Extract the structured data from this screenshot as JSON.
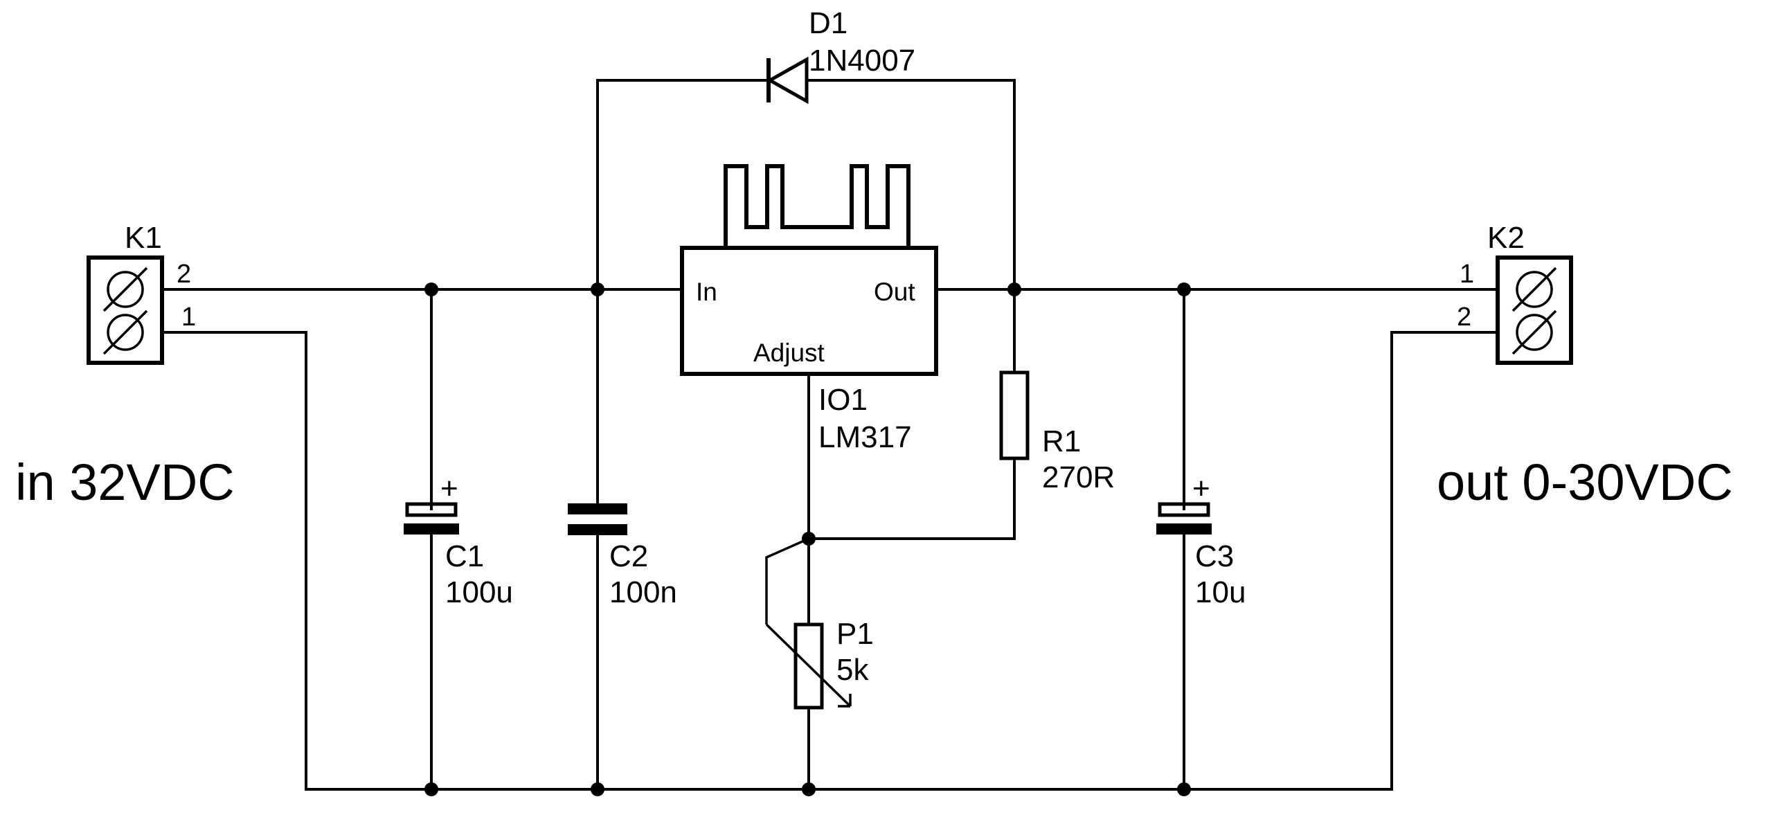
{
  "labels": {
    "input": "in 32VDC",
    "output": "out 0-30VDC"
  },
  "components": {
    "k1": {
      "ref": "K1",
      "pin_top": "2",
      "pin_bottom": "1"
    },
    "k2": {
      "ref": "K2",
      "pin_top": "1",
      "pin_bottom": "2"
    },
    "c1": {
      "ref": "C1",
      "value": "100u",
      "polarity": "+"
    },
    "c2": {
      "ref": "C2",
      "value": "100n"
    },
    "c3": {
      "ref": "C3",
      "value": "10u",
      "polarity": "+"
    },
    "d1": {
      "ref": "D1",
      "value": "1N4007"
    },
    "io1": {
      "ref": "IO1",
      "value": "LM317",
      "pin_in": "In",
      "pin_out": "Out",
      "pin_adj": "Adjust"
    },
    "r1": {
      "ref": "R1",
      "value": "270R"
    },
    "p1": {
      "ref": "P1",
      "value": "5k"
    }
  }
}
